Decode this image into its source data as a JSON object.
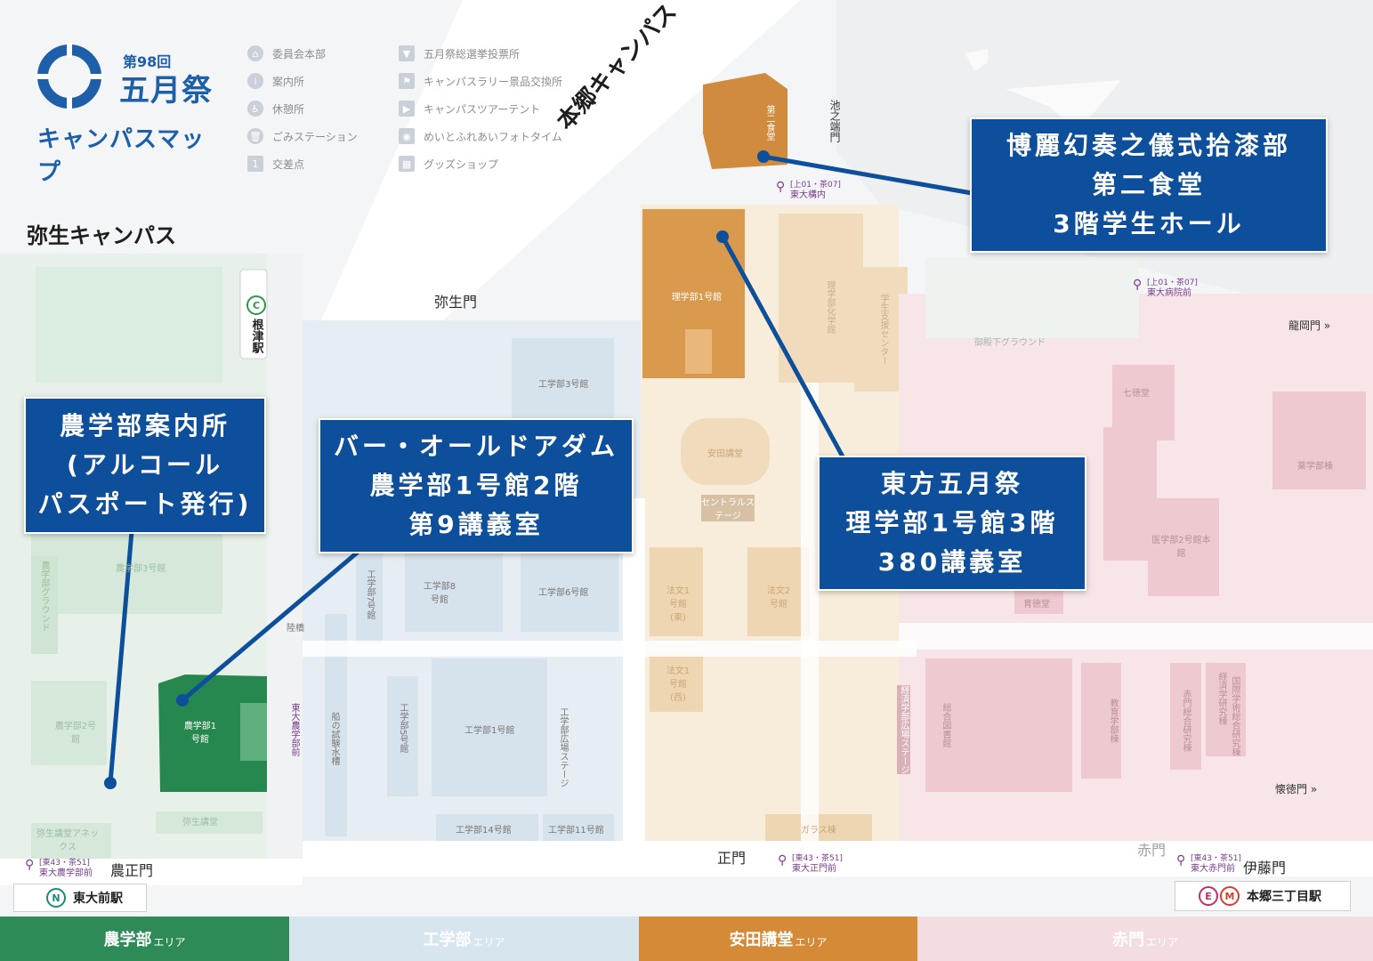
{
  "logo": {
    "edition": "第98回",
    "festival": "五月祭",
    "subtitle": "キャンパスマップ"
  },
  "legend": [
    {
      "icon": "office-icon",
      "label": "委員会本部"
    },
    {
      "icon": "info-icon",
      "label": "案内所"
    },
    {
      "icon": "rest-icon",
      "label": "休憩所"
    },
    {
      "icon": "trash-icon",
      "label": "ごみステーション"
    },
    {
      "icon": "crossing-icon",
      "label": "交差点"
    },
    {
      "icon": "ballot-icon",
      "label": "五月祭総選挙投票所"
    },
    {
      "icon": "rally-icon",
      "label": "キャンパスラリー景品交換所"
    },
    {
      "icon": "flag-icon",
      "label": "キャンパスツアーテント"
    },
    {
      "icon": "camera-icon",
      "label": "めいとふれあいフォトタイム"
    },
    {
      "icon": "shop-icon",
      "label": "グッズショップ"
    }
  ],
  "campuses": {
    "yayoi": "弥生キャンパス",
    "hongo": "本郷キャンパス"
  },
  "gates": {
    "yayoi_gate": "弥生門",
    "ikenohata_gate": "池之端門",
    "tatsuoka_gate": "龍岡門",
    "tetsumon_gate": "懐徳門",
    "seimon": "正門",
    "akamon": "赤門",
    "noseimon": "農正門",
    "izumon": "伊藤門"
  },
  "bus_stops": [
    {
      "routes": "[上01・茶07]",
      "name": "東大構内"
    },
    {
      "routes": "[上01・茶07]",
      "name": "東大病院前"
    },
    {
      "routes": "[東43・茶51]",
      "name": "東大農学部前"
    },
    {
      "routes": "[東43・茶51]",
      "name": "東大正門前"
    },
    {
      "routes": "[東43・茶51]",
      "name": "東大赤門前"
    }
  ],
  "stations": {
    "nezu": {
      "badge": "C",
      "name": "根津駅"
    },
    "todaimae": {
      "badge": "N",
      "name": "東大前駅"
    },
    "hongo3": {
      "badges": [
        "E",
        "M"
      ],
      "name": "本郷三丁目駅"
    },
    "todai_nogakubumae_vertical": "東大農学部前"
  },
  "buildings": {
    "dai2_shokudo": "第二食堂",
    "rigaku1": "理学部1号館",
    "rigaku_kagaku": "理学部化学館",
    "gakusei_shien": "学生支援センター",
    "goten_ground": "御殿下グラウンド",
    "shichitoku": "七徳堂",
    "yakugaku": "薬学部棟",
    "igaku2": "医学部2号館本館",
    "ikutokudo": "育徳堂",
    "kogaku3": "工学部3号館",
    "yasuda": "安田講堂",
    "central_stage": "セントラルステージ",
    "kogaku8": "工学部8号館",
    "kogaku6": "工学部6号館",
    "kogaku7": "工学部7号館",
    "hobun1": "法文1号館(東)",
    "hobun2": "法文2号館",
    "hobun1w": "法文1号館(西)",
    "kogaku1": "工学部1号館",
    "kogaku5": "工学部5号館",
    "kogaku_stage": "工学部広場ステージ",
    "keizai_stage": "経済学部広場ステージ",
    "sogo_toshokan": "総合図書館",
    "kyoiku": "教育学部棟",
    "akamon_sogo": "赤門総合研究棟",
    "keizai_kenkyu": "経済学研究棟",
    "kokusai": "国際学術総合研究棟",
    "kogaku14": "工学部14号館",
    "kogaku11": "工学部11号館",
    "garasu": "ガラス棟",
    "nogaku3": "農学部3号館",
    "nogaku_ground": "農学部グラウンド",
    "nogaku2": "農学部2号館",
    "nogaku1": "農学部1号館",
    "yayoi_kodo": "弥生講堂",
    "yayoi_annex": "弥生講堂アネックス",
    "funeno": "船の試験水槽",
    "rikkyo": "陸橋"
  },
  "callouts": {
    "nogaku_info": [
      "農学部案内所",
      "(アルコール",
      "パスポート発行)"
    ],
    "bar": [
      "バー・オールドアダム",
      "農学部1号館2階",
      "第9講義室"
    ],
    "toho": [
      "東方五月祭",
      "理学部1号館3階",
      "380講義室"
    ],
    "hakurei": [
      "博麗幻奏之儀式拾漆部",
      "第二食堂",
      "3階学生ホール"
    ]
  },
  "area_bar": [
    {
      "name": "農学部",
      "suffix": "エリア",
      "color": "#2e8b57"
    },
    {
      "name": "工学部",
      "suffix": "エリア",
      "color": "#d7e5ef"
    },
    {
      "name": "安田講堂",
      "suffix": "エリア",
      "color": "#d48a36"
    },
    {
      "name": "赤門",
      "suffix": "エリア",
      "color": "#f3dde1"
    }
  ]
}
